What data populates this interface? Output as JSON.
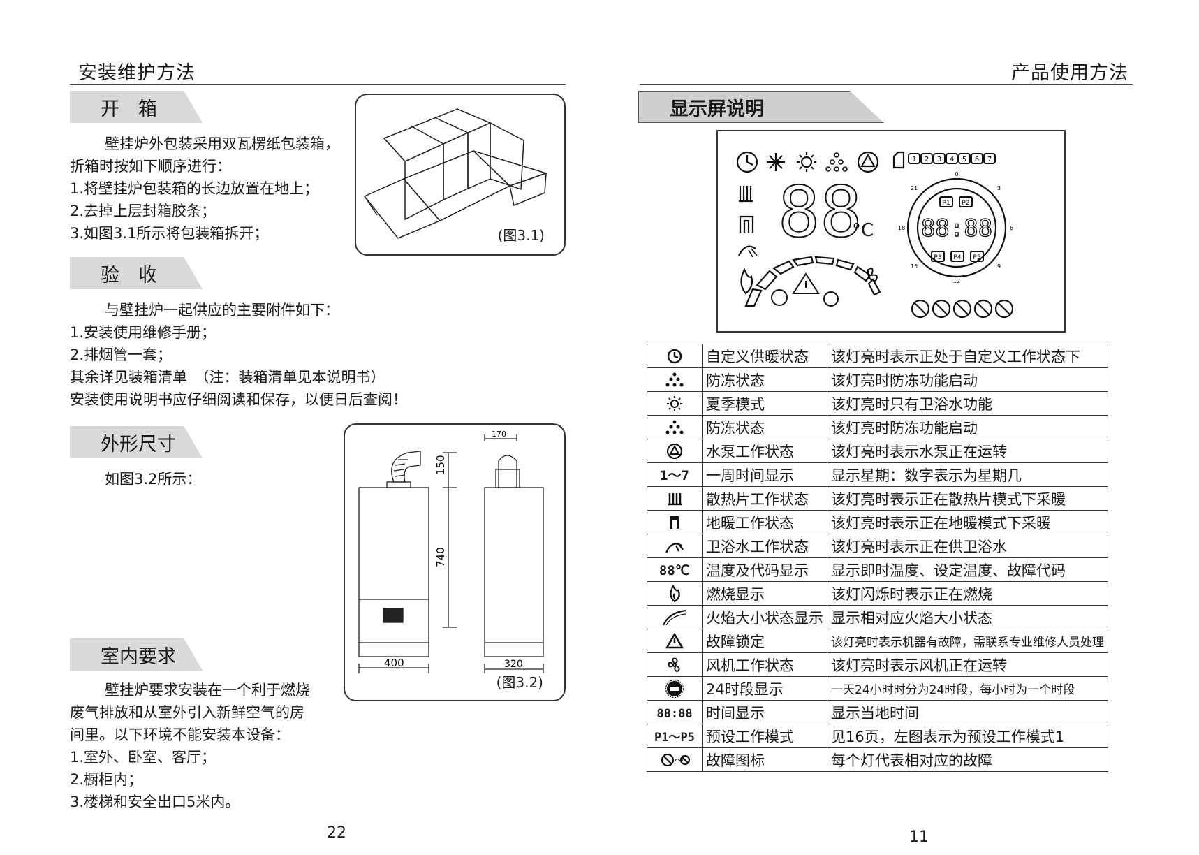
{
  "left": {
    "header": "安装维护方法",
    "sections": {
      "unbox": {
        "title": "开　箱",
        "lines": [
          "壁挂炉外包装采用双瓦楞纸包装箱，",
          "折箱时按如下顺序进行：",
          "1.将壁挂炉包装箱的长边放置在地上；",
          "2.去掉上层封箱胶条；",
          "3.如图3.1所示将包装箱拆开；"
        ],
        "figure_caption": "(图3.1)"
      },
      "inspect": {
        "title": "验　收",
        "lines": [
          "与壁挂炉一起供应的主要附件如下：",
          "1.安装使用维修手册；",
          "2.排烟管一套；",
          "其余详见装箱清单　（注：装箱清单见本说明书）",
          "安装使用说明书应仔细阅读和保存，以便日后查阅！"
        ]
      },
      "dimensions": {
        "title": "外形尺寸",
        "lines": [
          "如图3.2所示："
        ],
        "figure_caption": "(图3.2)",
        "dims": {
          "top_width": "170",
          "top_height": "150",
          "body_height": "740",
          "front_width": "400",
          "side_width": "320"
        }
      },
      "indoor": {
        "title": "室内要求",
        "lines": [
          "壁挂炉要求安装在一个利于燃烧",
          "废气排放和从室外引入新鲜空气的房",
          "间里。以下环境不能安装本设备：",
          "1.室外、卧室、客厅；",
          "2.橱柜内；",
          "3.楼梯和安全出口5米内。"
        ]
      }
    },
    "page_number": "22"
  },
  "right": {
    "header": "产品使用方法",
    "section_title": "显示屏说明",
    "lcd": {
      "main_digits": "88",
      "unit": "°C",
      "clock_digits": "88:88",
      "modes": [
        "P1",
        "P2",
        "P3",
        "P4",
        "P5"
      ],
      "days": [
        "1",
        "2",
        "3",
        "4",
        "5",
        "6",
        "7"
      ],
      "dial_labels": [
        "0",
        "3",
        "6",
        "9",
        "12",
        "15",
        "18",
        "21"
      ]
    },
    "legend": [
      {
        "icon": "clock-icon",
        "name": "自定义供暖状态",
        "desc": "该灯亮时表示正处于自定义工作状态下"
      },
      {
        "icon": "antifreeze-icon",
        "name": "防冻状态",
        "desc": "该灯亮时防冻功能启动"
      },
      {
        "icon": "sun-icon",
        "name": "夏季模式",
        "desc": "该灯亮时只有卫浴水功能"
      },
      {
        "icon": "antifreeze-icon",
        "name": "防冻状态",
        "desc": "该灯亮时防冻功能启动"
      },
      {
        "icon": "pump-icon",
        "name": "水泵工作状态",
        "desc": "该灯亮时表示水泵正在运转"
      },
      {
        "icon": "week-icon",
        "icon_text": "1～7",
        "name": "一周时间显示",
        "desc": "显示星期：数字表示为星期几"
      },
      {
        "icon": "radiator-icon",
        "name": "散热片工作状态",
        "desc": "该灯亮时表示正在散热片模式下采暖"
      },
      {
        "icon": "floor-heating-icon",
        "name": "地暖工作状态",
        "desc": "该灯亮时表示正在地暖模式下采暖"
      },
      {
        "icon": "shower-icon",
        "name": "卫浴水工作状态",
        "desc": "该灯亮时表示正在供卫浴水"
      },
      {
        "icon": "temperature-digits-icon",
        "icon_text": "88℃",
        "name": "温度及代码显示",
        "desc": "显示即时温度、设定温度、故障代码"
      },
      {
        "icon": "flame-icon",
        "name": "燃烧显示",
        "desc": "该灯闪烁时表示正在燃烧"
      },
      {
        "icon": "flame-level-icon",
        "name": "火焰大小状态显示",
        "desc": "显示相对应火焰大小状态"
      },
      {
        "icon": "warning-icon",
        "name": "故障锁定",
        "desc": "该灯亮时表示机器有故障，需联系专业维修人员处理"
      },
      {
        "icon": "fan-icon",
        "name": "风机工作状态",
        "desc": "该灯亮时表示风机正在运转"
      },
      {
        "icon": "dial-24h-icon",
        "name": "24时段显示",
        "desc": "一天24小时时分为24时段，每小时为一个时段"
      },
      {
        "icon": "clock-digits-icon",
        "icon_text": "88:88",
        "name": "时间显示",
        "desc": "显示当地时间"
      },
      {
        "icon": "preset-mode-icon",
        "icon_text": "P1～P5",
        "name": "预设工作模式",
        "desc": "见16页，左图表示为预设工作模式1"
      },
      {
        "icon": "fault-icon",
        "name": "故障图标",
        "desc": "每个灯代表相对应的故障"
      }
    ],
    "page_number": "11"
  }
}
